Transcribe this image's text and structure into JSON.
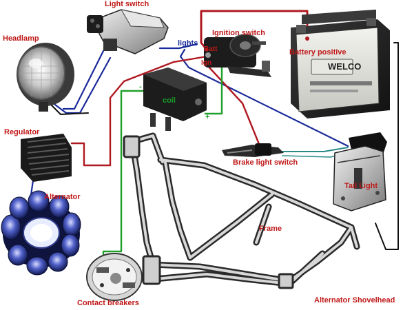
{
  "diagram": {
    "labels": {
      "light_switch": "Light switch",
      "headlamp": "Headlamp",
      "ignition_switch": "Ignition switch",
      "battery_positive": "Battery positive",
      "lights": "lights",
      "batt": "Batt",
      "ign": "Ign",
      "coil": "coil",
      "coil_minus": "-",
      "coil_plus": "+",
      "regulator": "Regulator",
      "alternator": "Alternator",
      "brake_light_switch": "Brake light switch",
      "tail_light": "Tail Light",
      "frame": "Frame",
      "contact_breakers": "Contact breakers",
      "caption": "Alternator Shovelhead",
      "battery_brand": "WELCO"
    },
    "wire_colors": {
      "red": "#b01820",
      "blue": "#1a2a9a",
      "green": "#1fa02a",
      "teal": "#2a8a8a",
      "black": "#111111"
    }
  }
}
